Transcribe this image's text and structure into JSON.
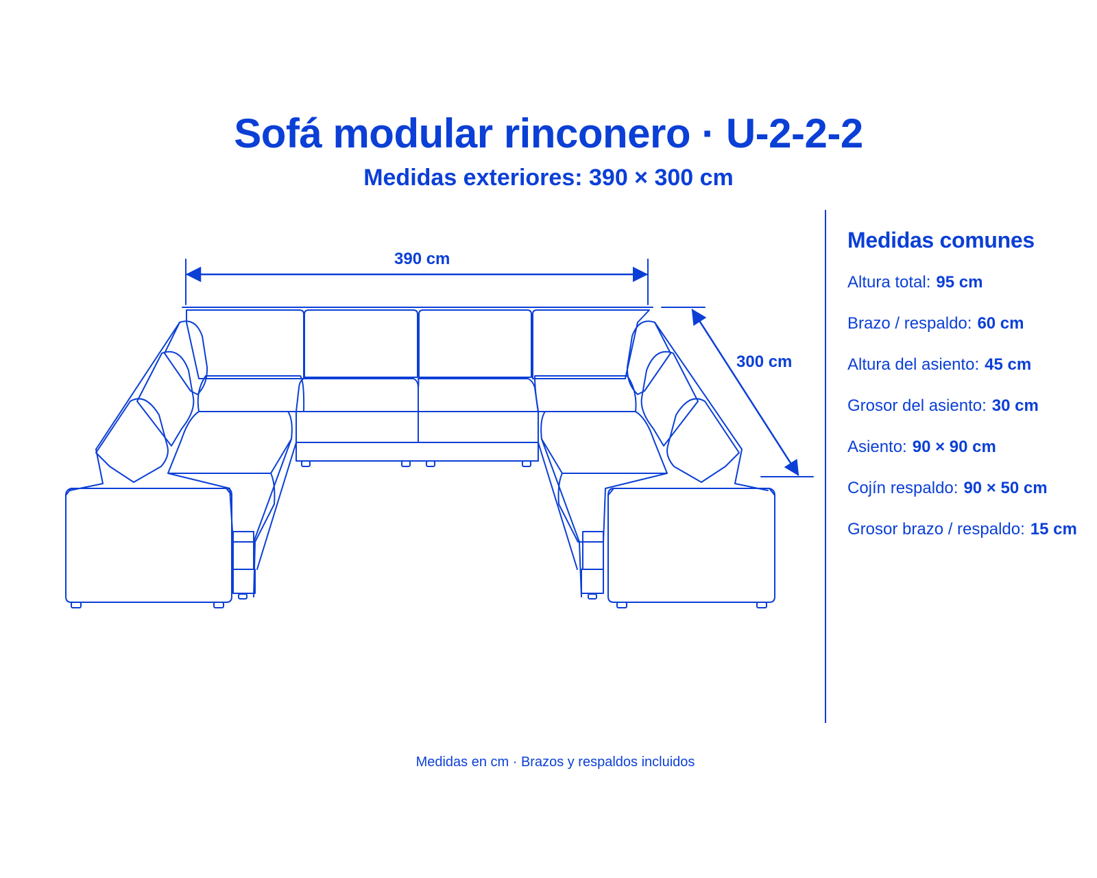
{
  "header": {
    "title": "Sofá modular rinconero · U-2-2-2",
    "subtitle": "Medidas exteriores: 390 × 300 cm"
  },
  "dimensions": {
    "width_label": "390 cm",
    "depth_label": "300 cm"
  },
  "specs": {
    "title": "Medidas comunes",
    "items": [
      {
        "label": "Altura total:",
        "value": "95 cm"
      },
      {
        "label": "Brazo / respaldo:",
        "value": "60 cm"
      },
      {
        "label": "Altura del asiento:",
        "value": "45 cm"
      },
      {
        "label": "Grosor del asiento:",
        "value": "30 cm"
      },
      {
        "label": "Asiento:",
        "value": "90 × 90 cm"
      },
      {
        "label": "Cojín respaldo:",
        "value": "90 × 50 cm"
      },
      {
        "label": "Grosor brazo / respaldo:",
        "value": "15 cm"
      }
    ]
  },
  "footer": {
    "note": "Medidas en cm · Brazos y respaldos incluidos"
  },
  "colors": {
    "ink": "#0b3fd6",
    "background": "#ffffff"
  }
}
